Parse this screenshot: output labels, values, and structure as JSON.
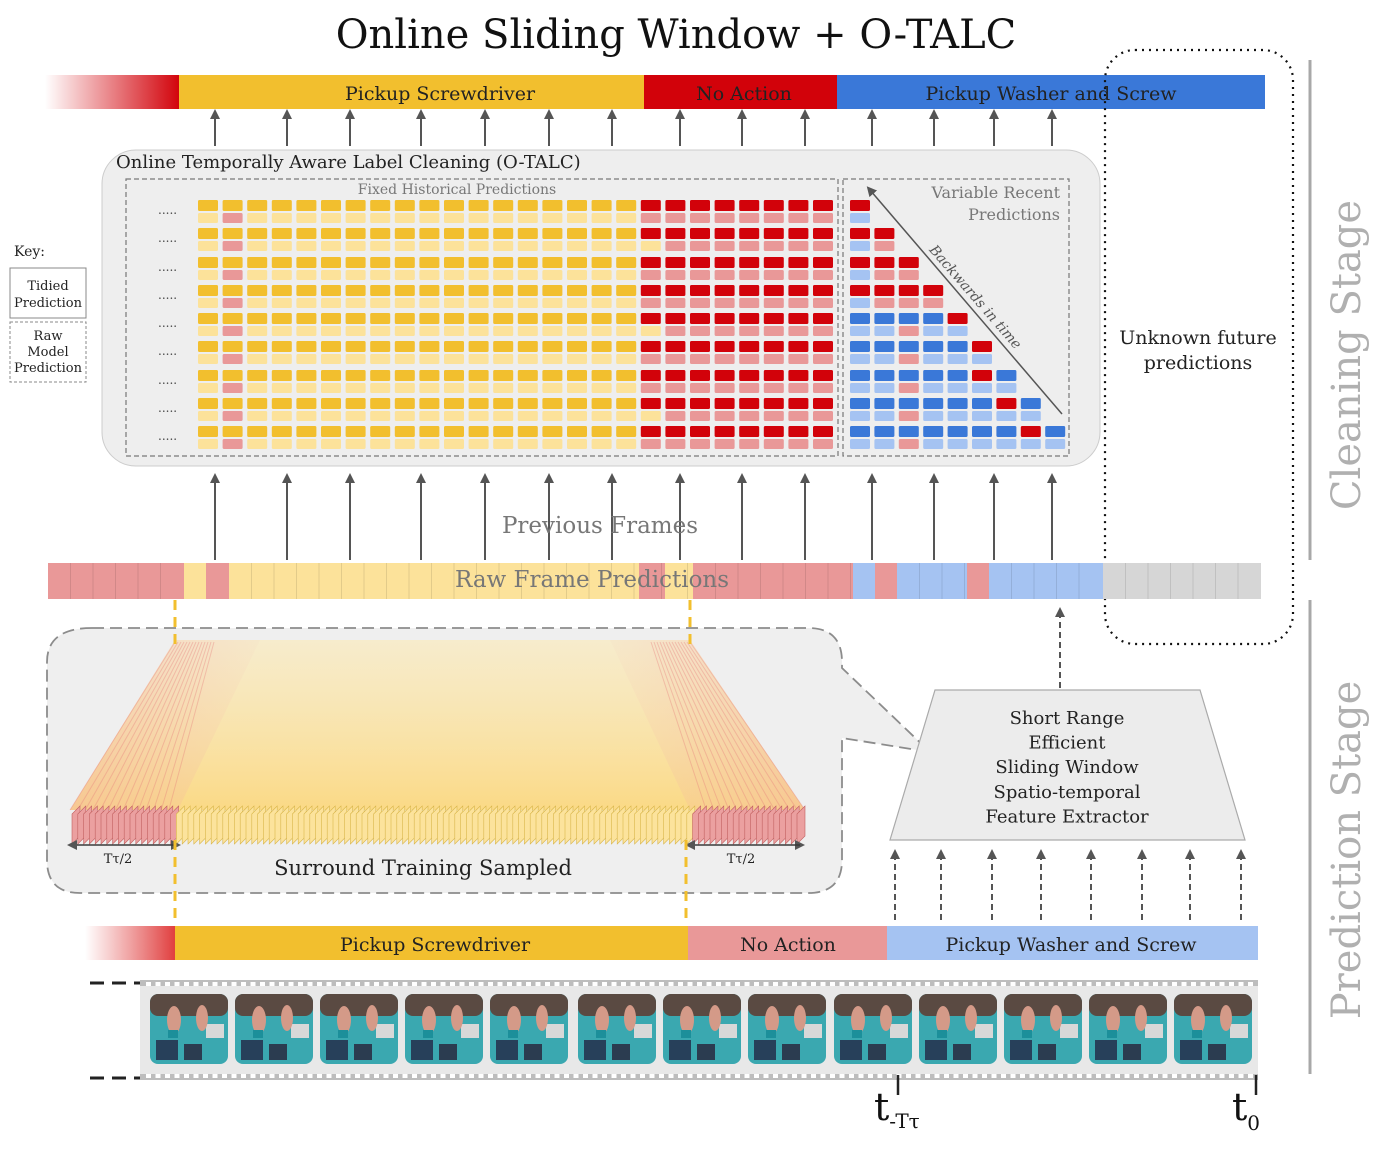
{
  "title": "Online Sliding Window + O-TALC",
  "colors": {
    "pickup_screwdriver": "#f2bf2e",
    "no_action": "#d2020a",
    "pickup_washer": "#3a78d8",
    "raw_yellow": "#fce29a",
    "raw_red": "#e99898",
    "raw_blue": "#a5c3f2",
    "unknown_gray": "#d6d6d6",
    "stage_gray": "#a8a8a8"
  },
  "top_bar": {
    "segments": [
      {
        "label": "Pickup Screwdriver"
      },
      {
        "label": "No Action"
      },
      {
        "label": "Pickup Washer and Screw"
      }
    ]
  },
  "otalc": {
    "title": "Online Temporally Aware Label Cleaning (O-TALC)",
    "fixed_label": "Fixed Historical Predictions",
    "variable_label_line1": "Variable Recent",
    "variable_label_line2": "Predictions",
    "backwards_label": "Backwards in time",
    "row_ellipsis": "....."
  },
  "key": {
    "title": "Key:",
    "tidied_line1": "Tidied",
    "tidied_line2": "Prediction",
    "raw_line1": "Raw",
    "raw_line2": "Model",
    "raw_line3": "Prediction"
  },
  "unknown_future_line1": "Unknown future",
  "unknown_future_line2": "predictions",
  "previous_frames": "Previous Frames",
  "raw_frame_predictions": "Raw Frame Predictions",
  "extractor_lines": [
    "Short Range",
    "Efficient",
    "Sliding Window",
    "Spatio-temporal",
    "Feature Extractor"
  ],
  "surround": {
    "label": "Surround Training Sampled",
    "half_window_left": "Tτ/2",
    "half_window_right": "Tτ/2"
  },
  "bottom_bar": {
    "segments": [
      {
        "label": "Pickup Screwdriver"
      },
      {
        "label": "No Action"
      },
      {
        "label": "Pickup Washer and Screw"
      }
    ]
  },
  "stages": {
    "cleaning": "Cleaning Stage",
    "prediction": "Prediction Stage"
  },
  "time_labels": {
    "t_minus_main": "t",
    "t_minus_sub": "-Tτ",
    "t0_main": "t",
    "t0_sub": "0"
  }
}
